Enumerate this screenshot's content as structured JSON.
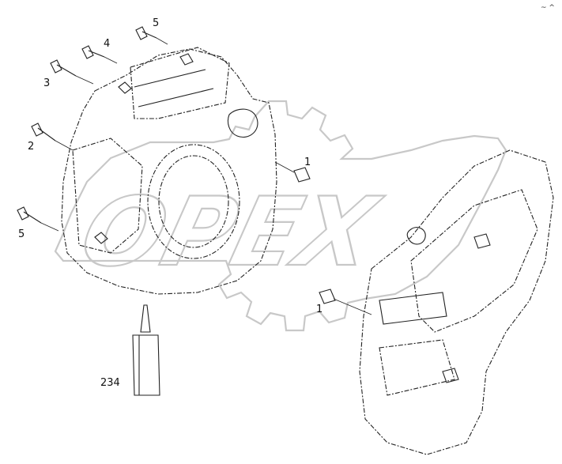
{
  "labels": {
    "bolt_5_top": "5",
    "bolt_4": "4",
    "bolt_3": "3",
    "bolt_2": "2",
    "bolt_5_bottom": "5",
    "dowel_1_upper": "1",
    "dowel_1_lower": "1",
    "sealant_234": "234"
  },
  "watermark": {
    "text": "OPEX"
  },
  "corner_mark": {
    "text": "~ ^"
  }
}
